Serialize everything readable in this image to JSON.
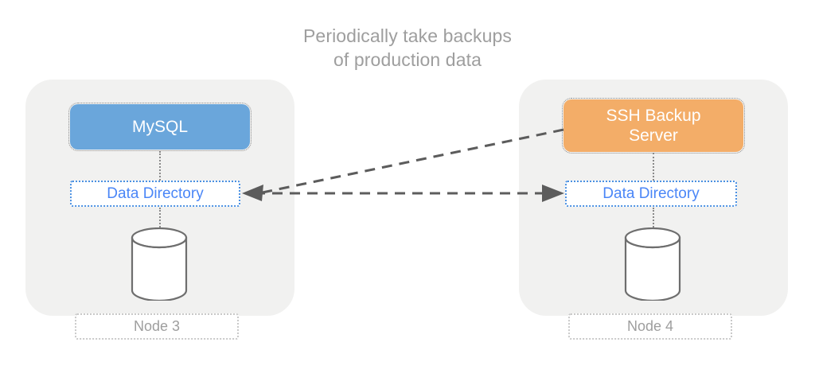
{
  "diagram": {
    "title": "Periodically take backups\nof production data",
    "title_color": "#9e9e9e",
    "background": "#ffffff"
  },
  "nodes": [
    {
      "id": "node-3",
      "label": "Node 3",
      "container_color": "#f1f1f0",
      "service": {
        "label": "MySQL",
        "color": "#6aa6db",
        "text_color": "#ffffff"
      },
      "data_directory": {
        "label": "Data Directory",
        "text_color": "#4a86f7",
        "border_color": "#4a90e2"
      },
      "storage_icon": "database-cylinder-icon"
    },
    {
      "id": "node-4",
      "label": "Node 4",
      "container_color": "#f1f1f0",
      "service": {
        "label": "SSH Backup\nServer",
        "color": "#f3ad68",
        "text_color": "#ffffff"
      },
      "data_directory": {
        "label": "Data Directory",
        "text_color": "#4a86f7",
        "border_color": "#4a90e2"
      },
      "storage_icon": "database-cylinder-icon"
    }
  ],
  "connections": [
    {
      "id": "backup-pull-arrow",
      "from": "ssh-backup-server",
      "to": "node-3-data-directory",
      "style": "dashed",
      "color": "#5c5c5c",
      "direction": "left"
    },
    {
      "id": "backup-transfer-arrow",
      "from": "node-3-data-directory",
      "to": "node-4-data-directory",
      "style": "dashed",
      "color": "#5c5c5c",
      "direction": "right"
    }
  ],
  "colors": {
    "mysql_blue": "#6aa6db",
    "ssh_orange": "#f3ad68",
    "link_blue": "#4a86f7",
    "node_gray": "#f1f1f0",
    "arrow_gray": "#5c5c5c",
    "label_gray": "#9e9e9e"
  }
}
